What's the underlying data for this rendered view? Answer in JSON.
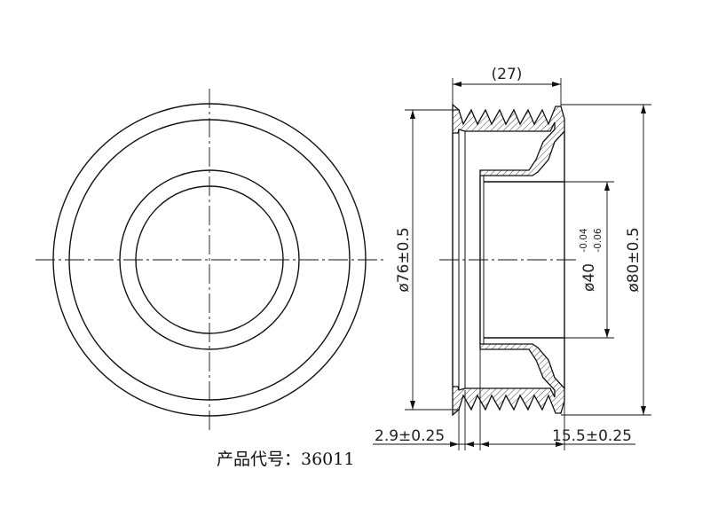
{
  "product_code_label": "产品代号：36011",
  "dimensions": {
    "overall_width": "(27)",
    "outer_diameter_left": "ø76±0.5",
    "outer_diameter_right": "ø80±0.5",
    "bore_diameter": "ø40",
    "bore_tol_upper": "-0.04",
    "bore_tol_lower": "-0.06",
    "flange_thickness": "2.9±0.25",
    "groove_offset": "15.5±0.25"
  },
  "colors": {
    "line": "#111111",
    "hatch": "#111111",
    "background": "#ffffff"
  }
}
